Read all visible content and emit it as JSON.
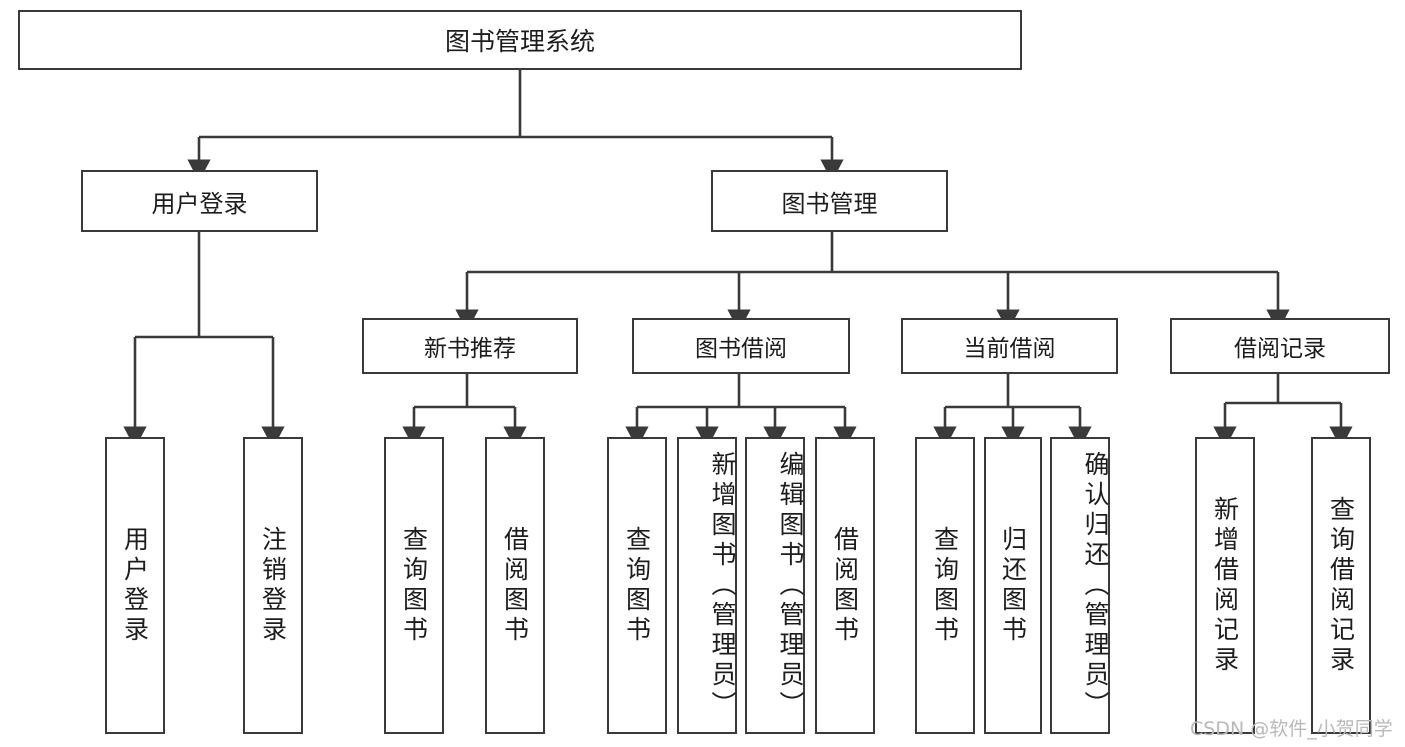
{
  "diagram": {
    "title": "图书管理系统",
    "type": "tree-hierarchy-diagram",
    "root": {
      "label": "图书管理系统"
    },
    "level2": [
      {
        "label": "用户登录"
      },
      {
        "label": "图书管理"
      }
    ],
    "level3": [
      {
        "label": "新书推荐"
      },
      {
        "label": "图书借阅"
      },
      {
        "label": "当前借阅"
      },
      {
        "label": "借阅记录"
      }
    ],
    "leaves": {
      "user_login": [
        {
          "label": "用户登录"
        },
        {
          "label": "注销登录"
        }
      ],
      "new_book_recommend": [
        {
          "label": "查询图书"
        },
        {
          "label": "借阅图书"
        }
      ],
      "book_borrow": [
        {
          "label": "查询图书"
        },
        {
          "label": "新增图书（管理员）"
        },
        {
          "label": "编辑图书（管理员）"
        },
        {
          "label": "借阅图书"
        }
      ],
      "current_borrow": [
        {
          "label": "查询图书"
        },
        {
          "label": "归还图书"
        },
        {
          "label": "确认归还（管理员）"
        }
      ],
      "borrow_record": [
        {
          "label": "新增借阅记录"
        },
        {
          "label": "查询借阅记录"
        }
      ]
    }
  },
  "watermark": {
    "text": "CSDN @软件_小贺同学"
  },
  "colors": {
    "stroke": "#3a3a3a",
    "background": "#ffffff",
    "text": "#1d1d1d",
    "watermark": "#b9b9b9"
  }
}
